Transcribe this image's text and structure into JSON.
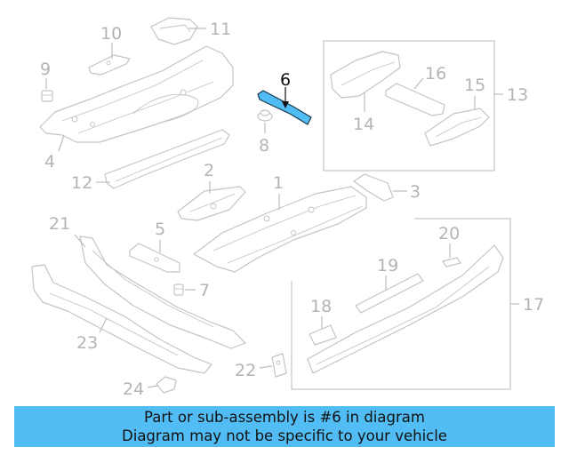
{
  "diagram": {
    "callouts": [
      {
        "id": "1",
        "label": "1"
      },
      {
        "id": "2",
        "label": "2"
      },
      {
        "id": "3",
        "label": "3"
      },
      {
        "id": "4",
        "label": "4"
      },
      {
        "id": "5",
        "label": "5"
      },
      {
        "id": "6",
        "label": "6"
      },
      {
        "id": "7",
        "label": "7"
      },
      {
        "id": "8",
        "label": "8"
      },
      {
        "id": "9",
        "label": "9"
      },
      {
        "id": "10",
        "label": "10"
      },
      {
        "id": "11",
        "label": "11"
      },
      {
        "id": "12",
        "label": "12"
      },
      {
        "id": "13",
        "label": "13"
      },
      {
        "id": "14",
        "label": "14"
      },
      {
        "id": "15",
        "label": "15"
      },
      {
        "id": "16",
        "label": "16"
      },
      {
        "id": "17",
        "label": "17"
      },
      {
        "id": "18",
        "label": "18"
      },
      {
        "id": "19",
        "label": "19"
      },
      {
        "id": "20",
        "label": "20"
      },
      {
        "id": "21",
        "label": "21"
      },
      {
        "id": "22",
        "label": "22"
      },
      {
        "id": "23",
        "label": "23"
      },
      {
        "id": "24",
        "label": "24"
      }
    ],
    "highlighted_part": "6",
    "colors": {
      "highlight": "#52bdf5",
      "line": "#c4c4c4",
      "label": "#b4b4b4",
      "active_label": "#111111"
    }
  },
  "banner": {
    "line1": "Part or sub-assembly is #6 in diagram",
    "line2": "Diagram may not be specific to your vehicle",
    "background": "#52bdf5"
  }
}
